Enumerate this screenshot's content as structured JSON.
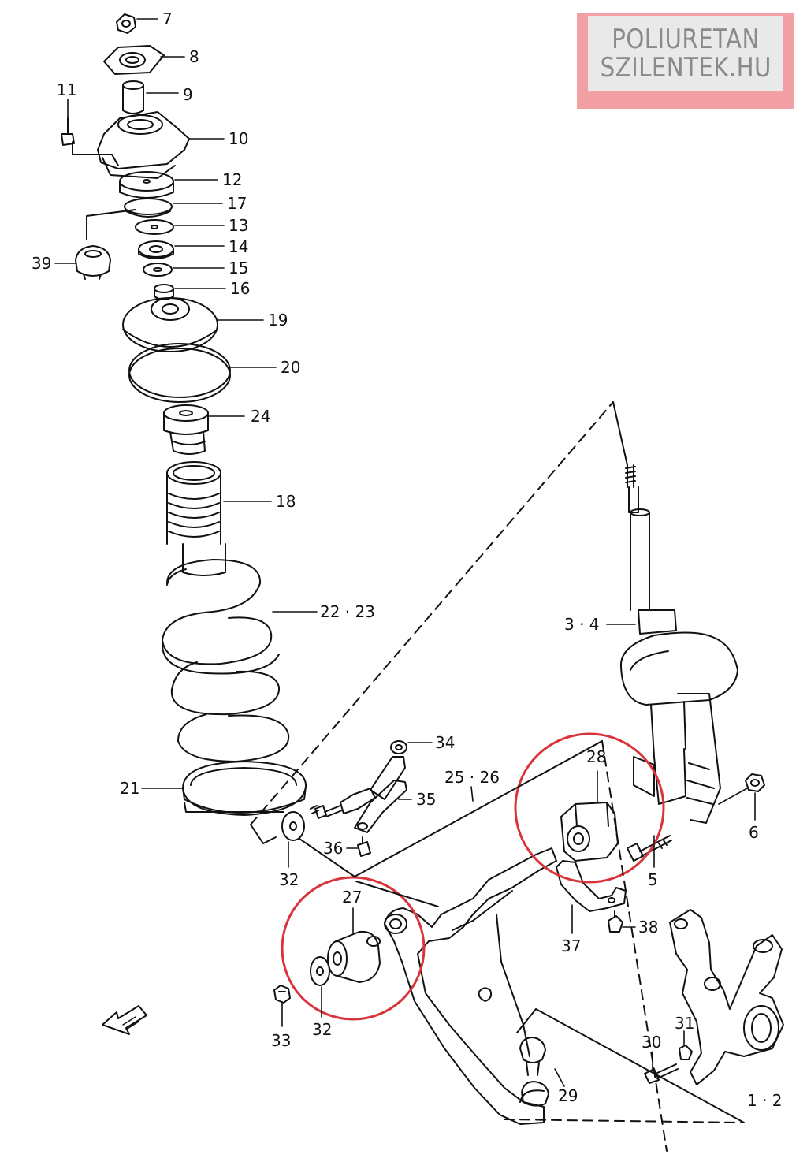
{
  "watermark": {
    "line1": "POLIURETAN",
    "line2": "SZILENTEK.HU",
    "color": "#8a8a8a",
    "background": "#e9e9e9",
    "border_color": "#f2a0a4"
  },
  "highlight_color": "#d9343a",
  "labels": {
    "p7": "7",
    "p8": "8",
    "p9": "9",
    "p10": "10",
    "p11": "11",
    "p12": "12",
    "p17": "17",
    "p13": "13",
    "p14": "14",
    "p15": "15",
    "p16": "16",
    "p39": "39",
    "p19": "19",
    "p20": "20",
    "p24": "24",
    "p18": "18",
    "p22_23": "22 · 23",
    "p21": "21",
    "p3_4": "3 · 4",
    "p34": "34",
    "p35": "35",
    "p36": "36",
    "p32a": "32",
    "p25_26": "25 · 26",
    "p28": "28",
    "p6": "6",
    "p5": "5",
    "p27": "27",
    "p38": "38",
    "p37": "37",
    "p33": "33",
    "p32b": "32",
    "p31": "31",
    "p30": "30",
    "p29": "29",
    "p1_2": "1 · 2"
  },
  "icons": {
    "front_arrow": "front-direction-arrow-icon"
  }
}
